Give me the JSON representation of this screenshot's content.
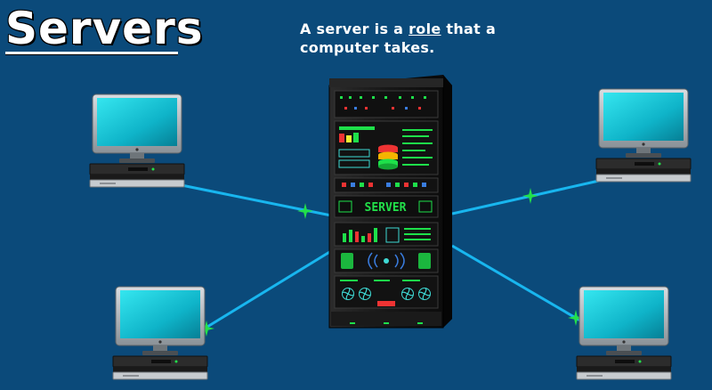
{
  "title": "Servers",
  "caption": {
    "before": "A server is a ",
    "emphasis": "role",
    "after": " that a computer takes."
  },
  "rack": {
    "label": "SERVER"
  },
  "colors": {
    "background": "#0b4a7a",
    "link": "#18b6ef",
    "screen": "#1cc8d8",
    "accent": "#22e04a",
    "rack": "#1b1b1b"
  },
  "icons": [
    "server-rack-icon",
    "desktop-computer-icon",
    "connection-spark-icon",
    "database-icon",
    "fan-icon"
  ]
}
